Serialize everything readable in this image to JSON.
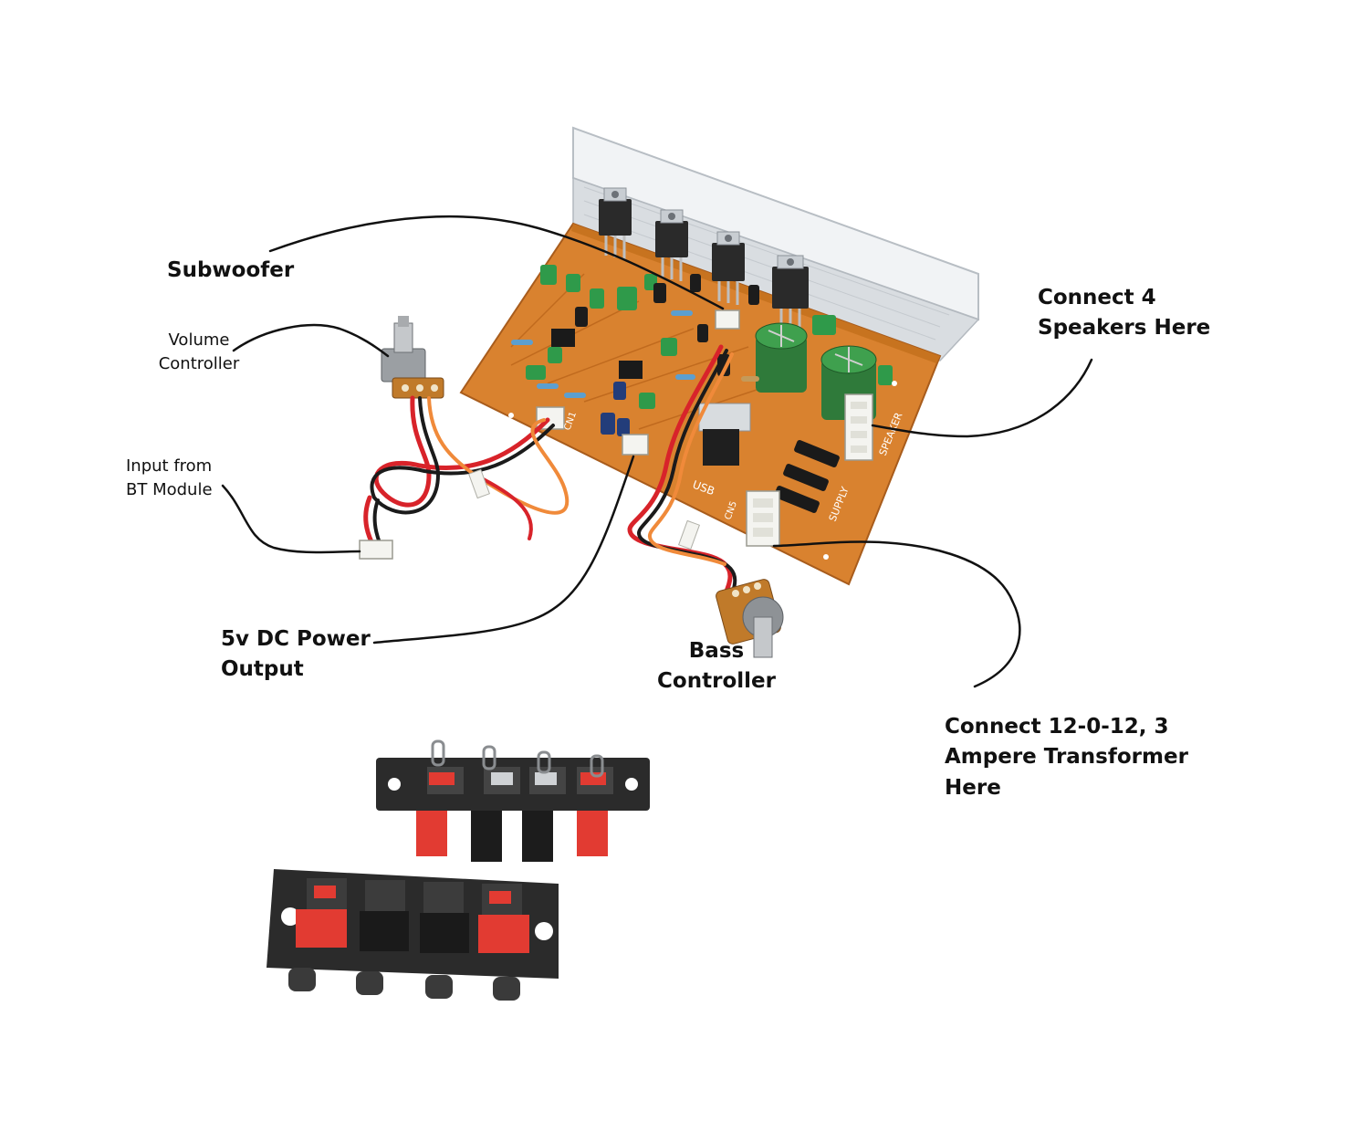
{
  "labels": {
    "subwoofer": "Subwoofer",
    "speakers_line1": "Connect 4",
    "speakers_line2": "Speakers Here",
    "volume_line1": "Volume",
    "volume_line2": "Controller",
    "input_line1": "Input from",
    "input_line2": "BT Module",
    "power_line1": "5v DC Power",
    "power_line2": "Output",
    "bass_line1": "Bass",
    "bass_line2": "Controller",
    "transformer_line1": "Connect 12-0-12, 3",
    "transformer_line2": "Ampere Transformer",
    "transformer_line3": "Here"
  },
  "board": {
    "silkscreen": {
      "usb": "USB",
      "supply": "SUPPLY",
      "speaker": "SPEAKER",
      "cn5": "CN5",
      "cn1": "CN1"
    }
  },
  "colors": {
    "pcb": "#d9822f",
    "heatsink": "#e4e7ea",
    "wire_red": "#d8232a",
    "wire_black": "#1b1b1b",
    "wire_orange": "#f08a3a",
    "capacitor_green": "#2f9a4a",
    "terminal_red": "#e23b32"
  }
}
